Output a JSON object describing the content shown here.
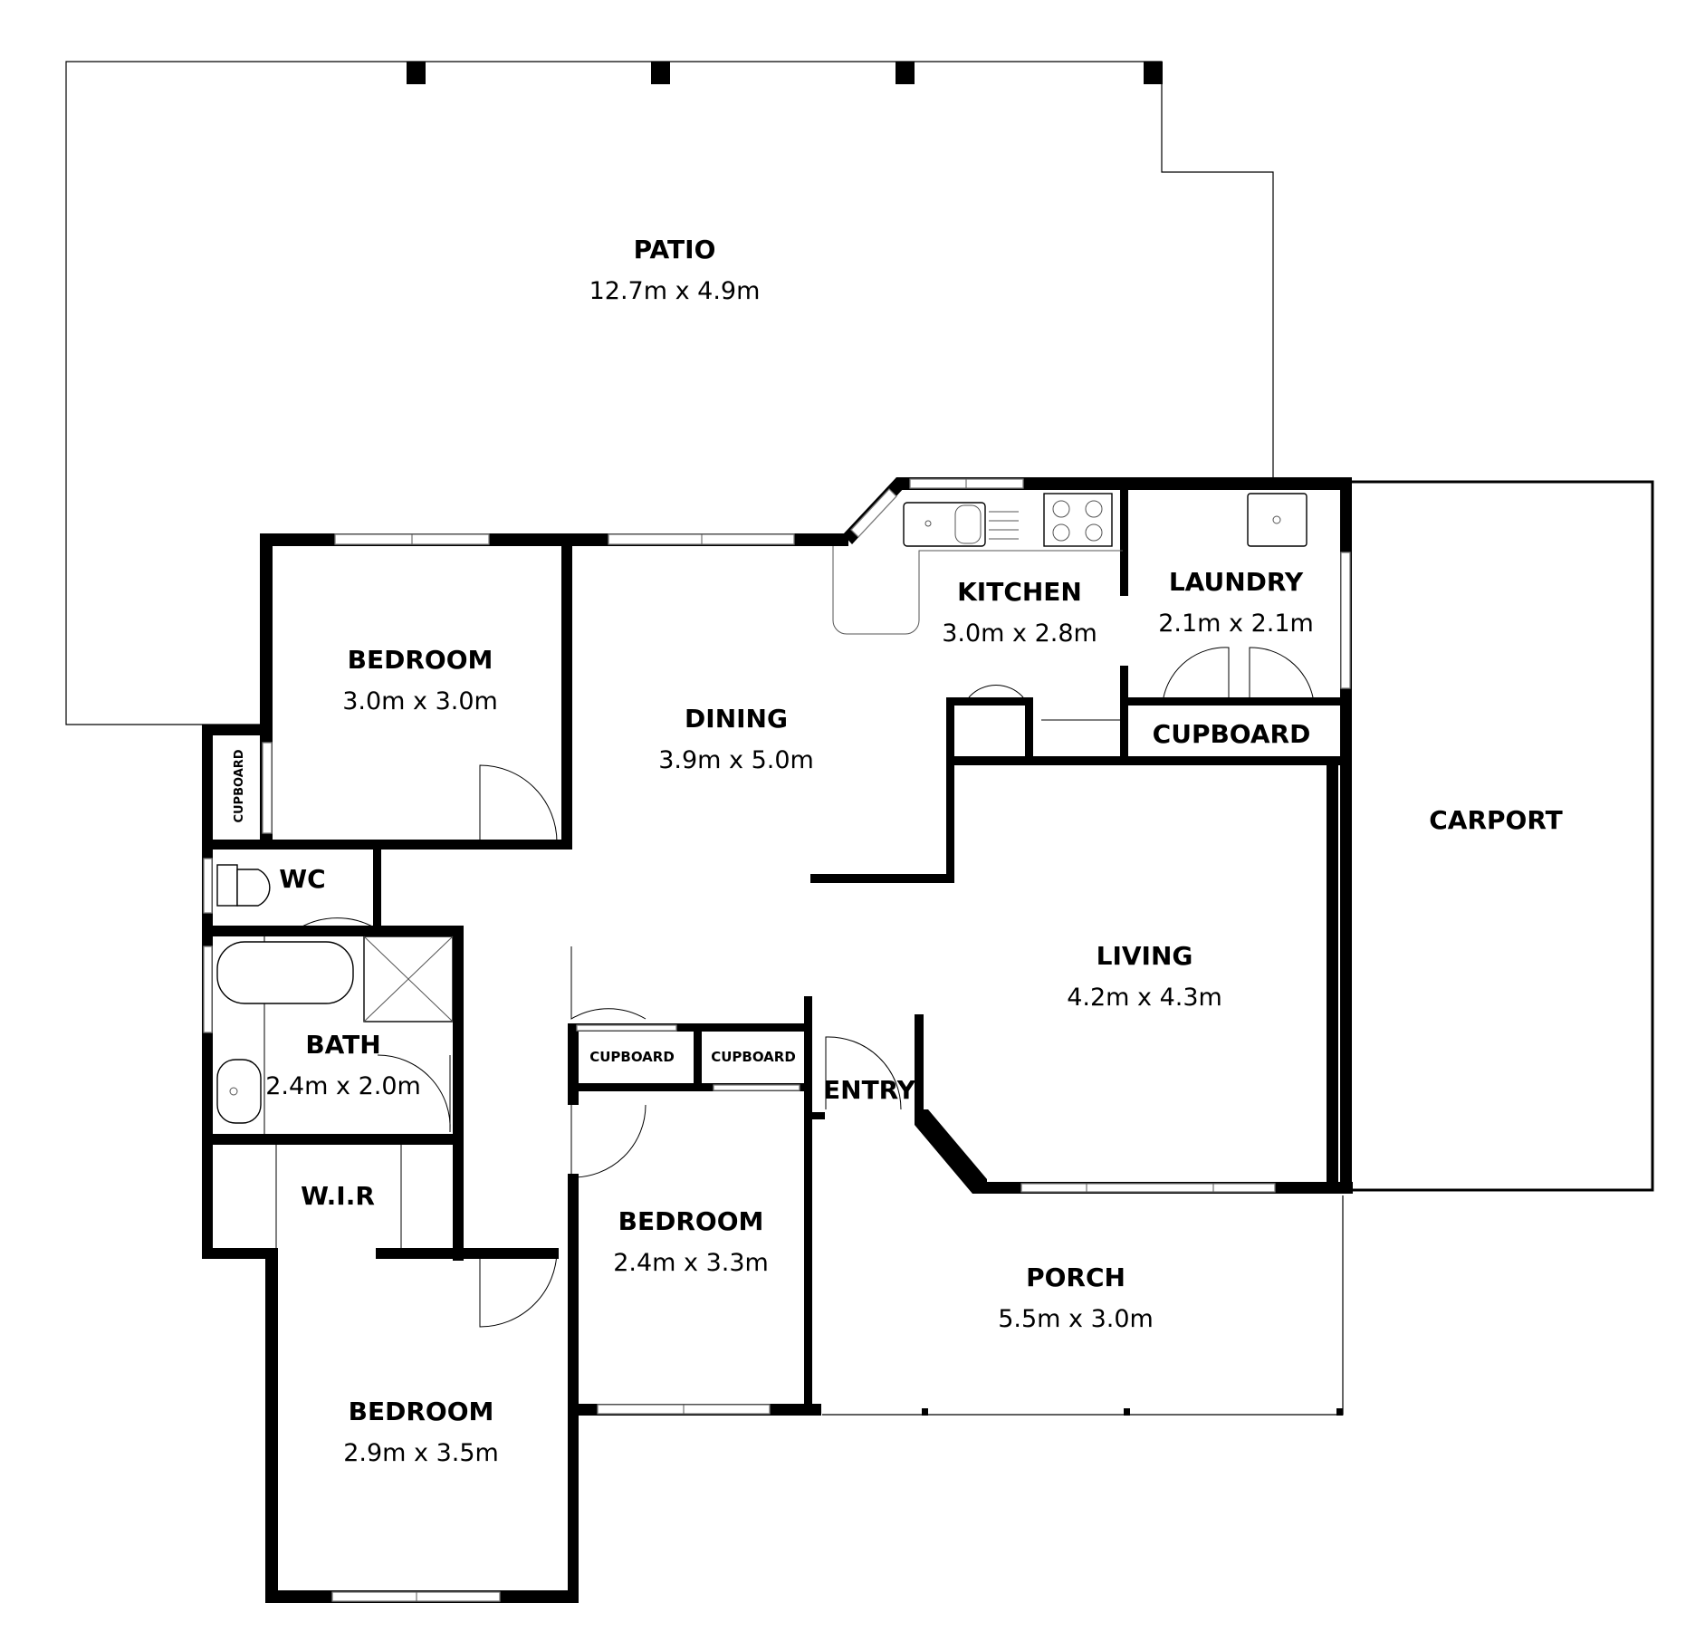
{
  "rooms": {
    "patio": {
      "name": "PATIO",
      "dims": "12.7m x 4.9m"
    },
    "bedroom1": {
      "name": "BEDROOM",
      "dims": "3.0m x 3.0m"
    },
    "dining": {
      "name": "DINING",
      "dims": "3.9m x 5.0m"
    },
    "kitchen": {
      "name": "KITCHEN",
      "dims": "3.0m x 2.8m"
    },
    "laundry": {
      "name": "LAUNDRY",
      "dims": "2.1m x 2.1m"
    },
    "cupboard_ld": {
      "name": "CUPBOARD"
    },
    "carport": {
      "name": "CARPORT"
    },
    "living": {
      "name": "LIVING",
      "dims": "4.2m x 4.3m"
    },
    "cupboard_bed": {
      "name": "CUPBOARD"
    },
    "wc": {
      "name": "WC"
    },
    "bath": {
      "name": "BATH",
      "dims": "2.4m x 2.0m"
    },
    "cupboard_h1": {
      "name": "CUPBOARD"
    },
    "cupboard_h2": {
      "name": "CUPBOARD"
    },
    "entry": {
      "name": "ENTRY"
    },
    "wir": {
      "name": "W.I.R"
    },
    "bedroom2": {
      "name": "BEDROOM",
      "dims": "2.4m x 3.3m"
    },
    "porch": {
      "name": "PORCH",
      "dims": "5.5m x 3.0m"
    },
    "bedroom3": {
      "name": "BEDROOM",
      "dims": "2.9m x 3.5m"
    }
  }
}
